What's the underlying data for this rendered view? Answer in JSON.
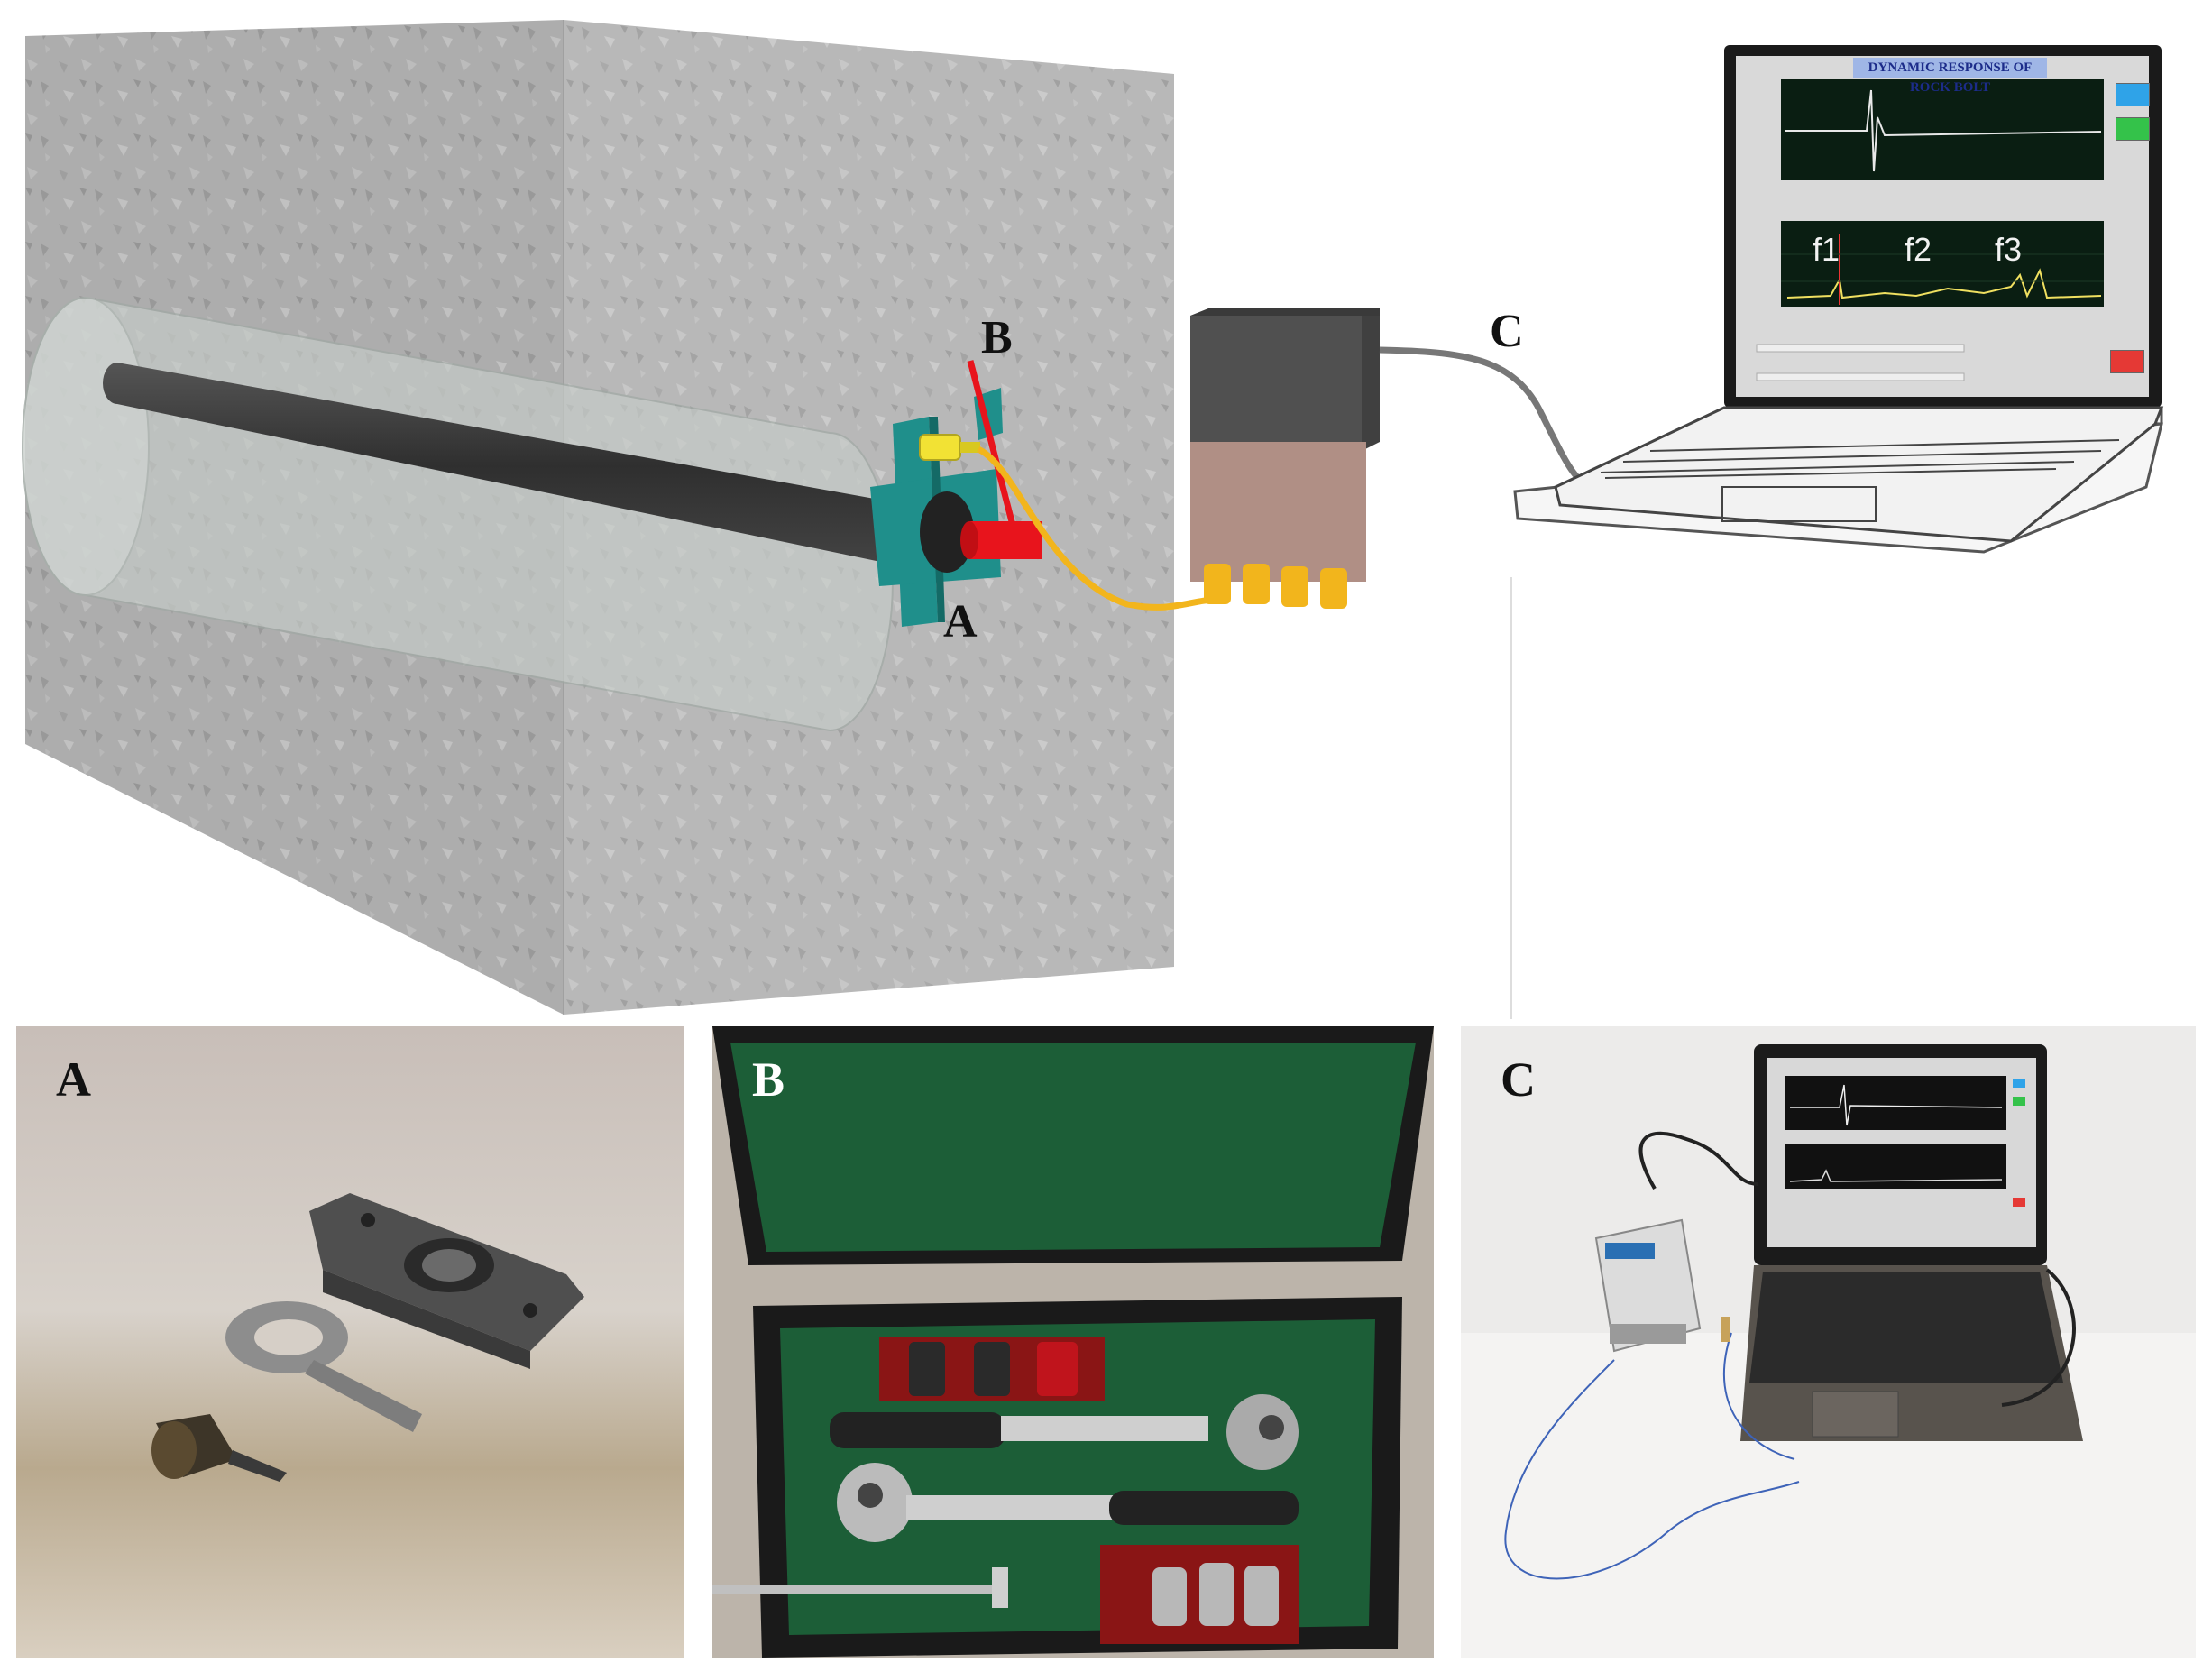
{
  "diagram": {
    "labels": {
      "a": "A",
      "b": "B",
      "c": "C"
    },
    "screen": {
      "title": "DYNAMIC RESPONSE OF ROCK BOLT",
      "peaks": [
        "f1",
        "f2",
        "f3"
      ]
    }
  },
  "photos": {
    "a_label": "A",
    "b_label": "B",
    "c_label": "C"
  },
  "colors": {
    "rock": "#b3b3b3",
    "bolt": "#3a3a3a",
    "plate": "#1f8f8b",
    "hammer": "#e8141c",
    "sensor": "#f2e234",
    "cable": "#f2b51c",
    "daq_top": "#505050",
    "daq_body": "#b08f85",
    "felt": "#1c5e37"
  }
}
